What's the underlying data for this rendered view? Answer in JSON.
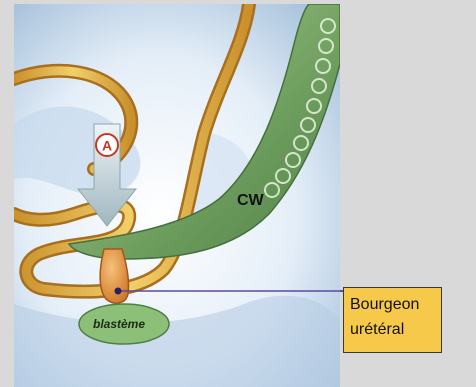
{
  "figure": {
    "label_cw": "CW",
    "label_a": "A",
    "label_blastema": "blastème"
  },
  "callout": {
    "line1": "Bourgeon",
    "line2": "urétéral"
  },
  "colors": {
    "background": "#d9d9d9",
    "callout_fill": "#f7c94a",
    "pointer_line": "#5a4aa0",
    "duct_gold": "#e2b24a",
    "tissue_green": "#7fae6f"
  }
}
